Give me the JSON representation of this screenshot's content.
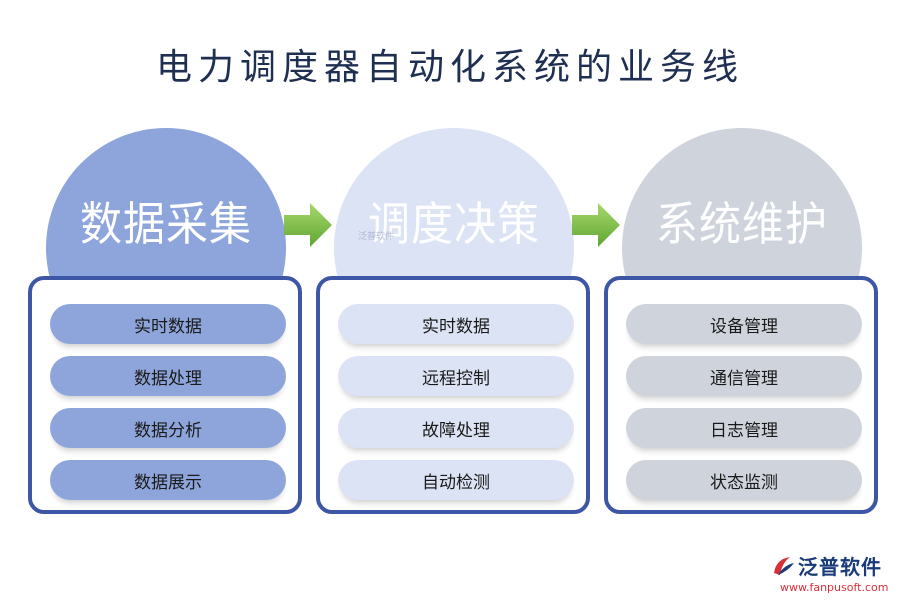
{
  "title": "电力调度器自动化系统的业务线",
  "colors": {
    "title": "#1f2f52",
    "panel_border": "#3e56a6",
    "arrow_green": "#7cc24a",
    "col1": "#8ea5db",
    "col2": "#dce3f4",
    "col3": "#cfd4dc"
  },
  "columns": [
    {
      "heading": "数据采集",
      "items": [
        "实时数据",
        "数据处理",
        "数据分析",
        "数据展示"
      ]
    },
    {
      "heading": "调度决策",
      "items": [
        "实时数据",
        "远程控制",
        "故障处理",
        "自动检测"
      ]
    },
    {
      "heading": "系统维护",
      "items": [
        "设备管理",
        "通信管理",
        "日志管理",
        "状态监测"
      ]
    }
  ],
  "arrows": [
    "arrow-right-icon",
    "arrow-right-icon"
  ],
  "logo": {
    "name": "泛普软件",
    "url": "www.fanpusoft.com"
  },
  "watermark": "泛普软件"
}
